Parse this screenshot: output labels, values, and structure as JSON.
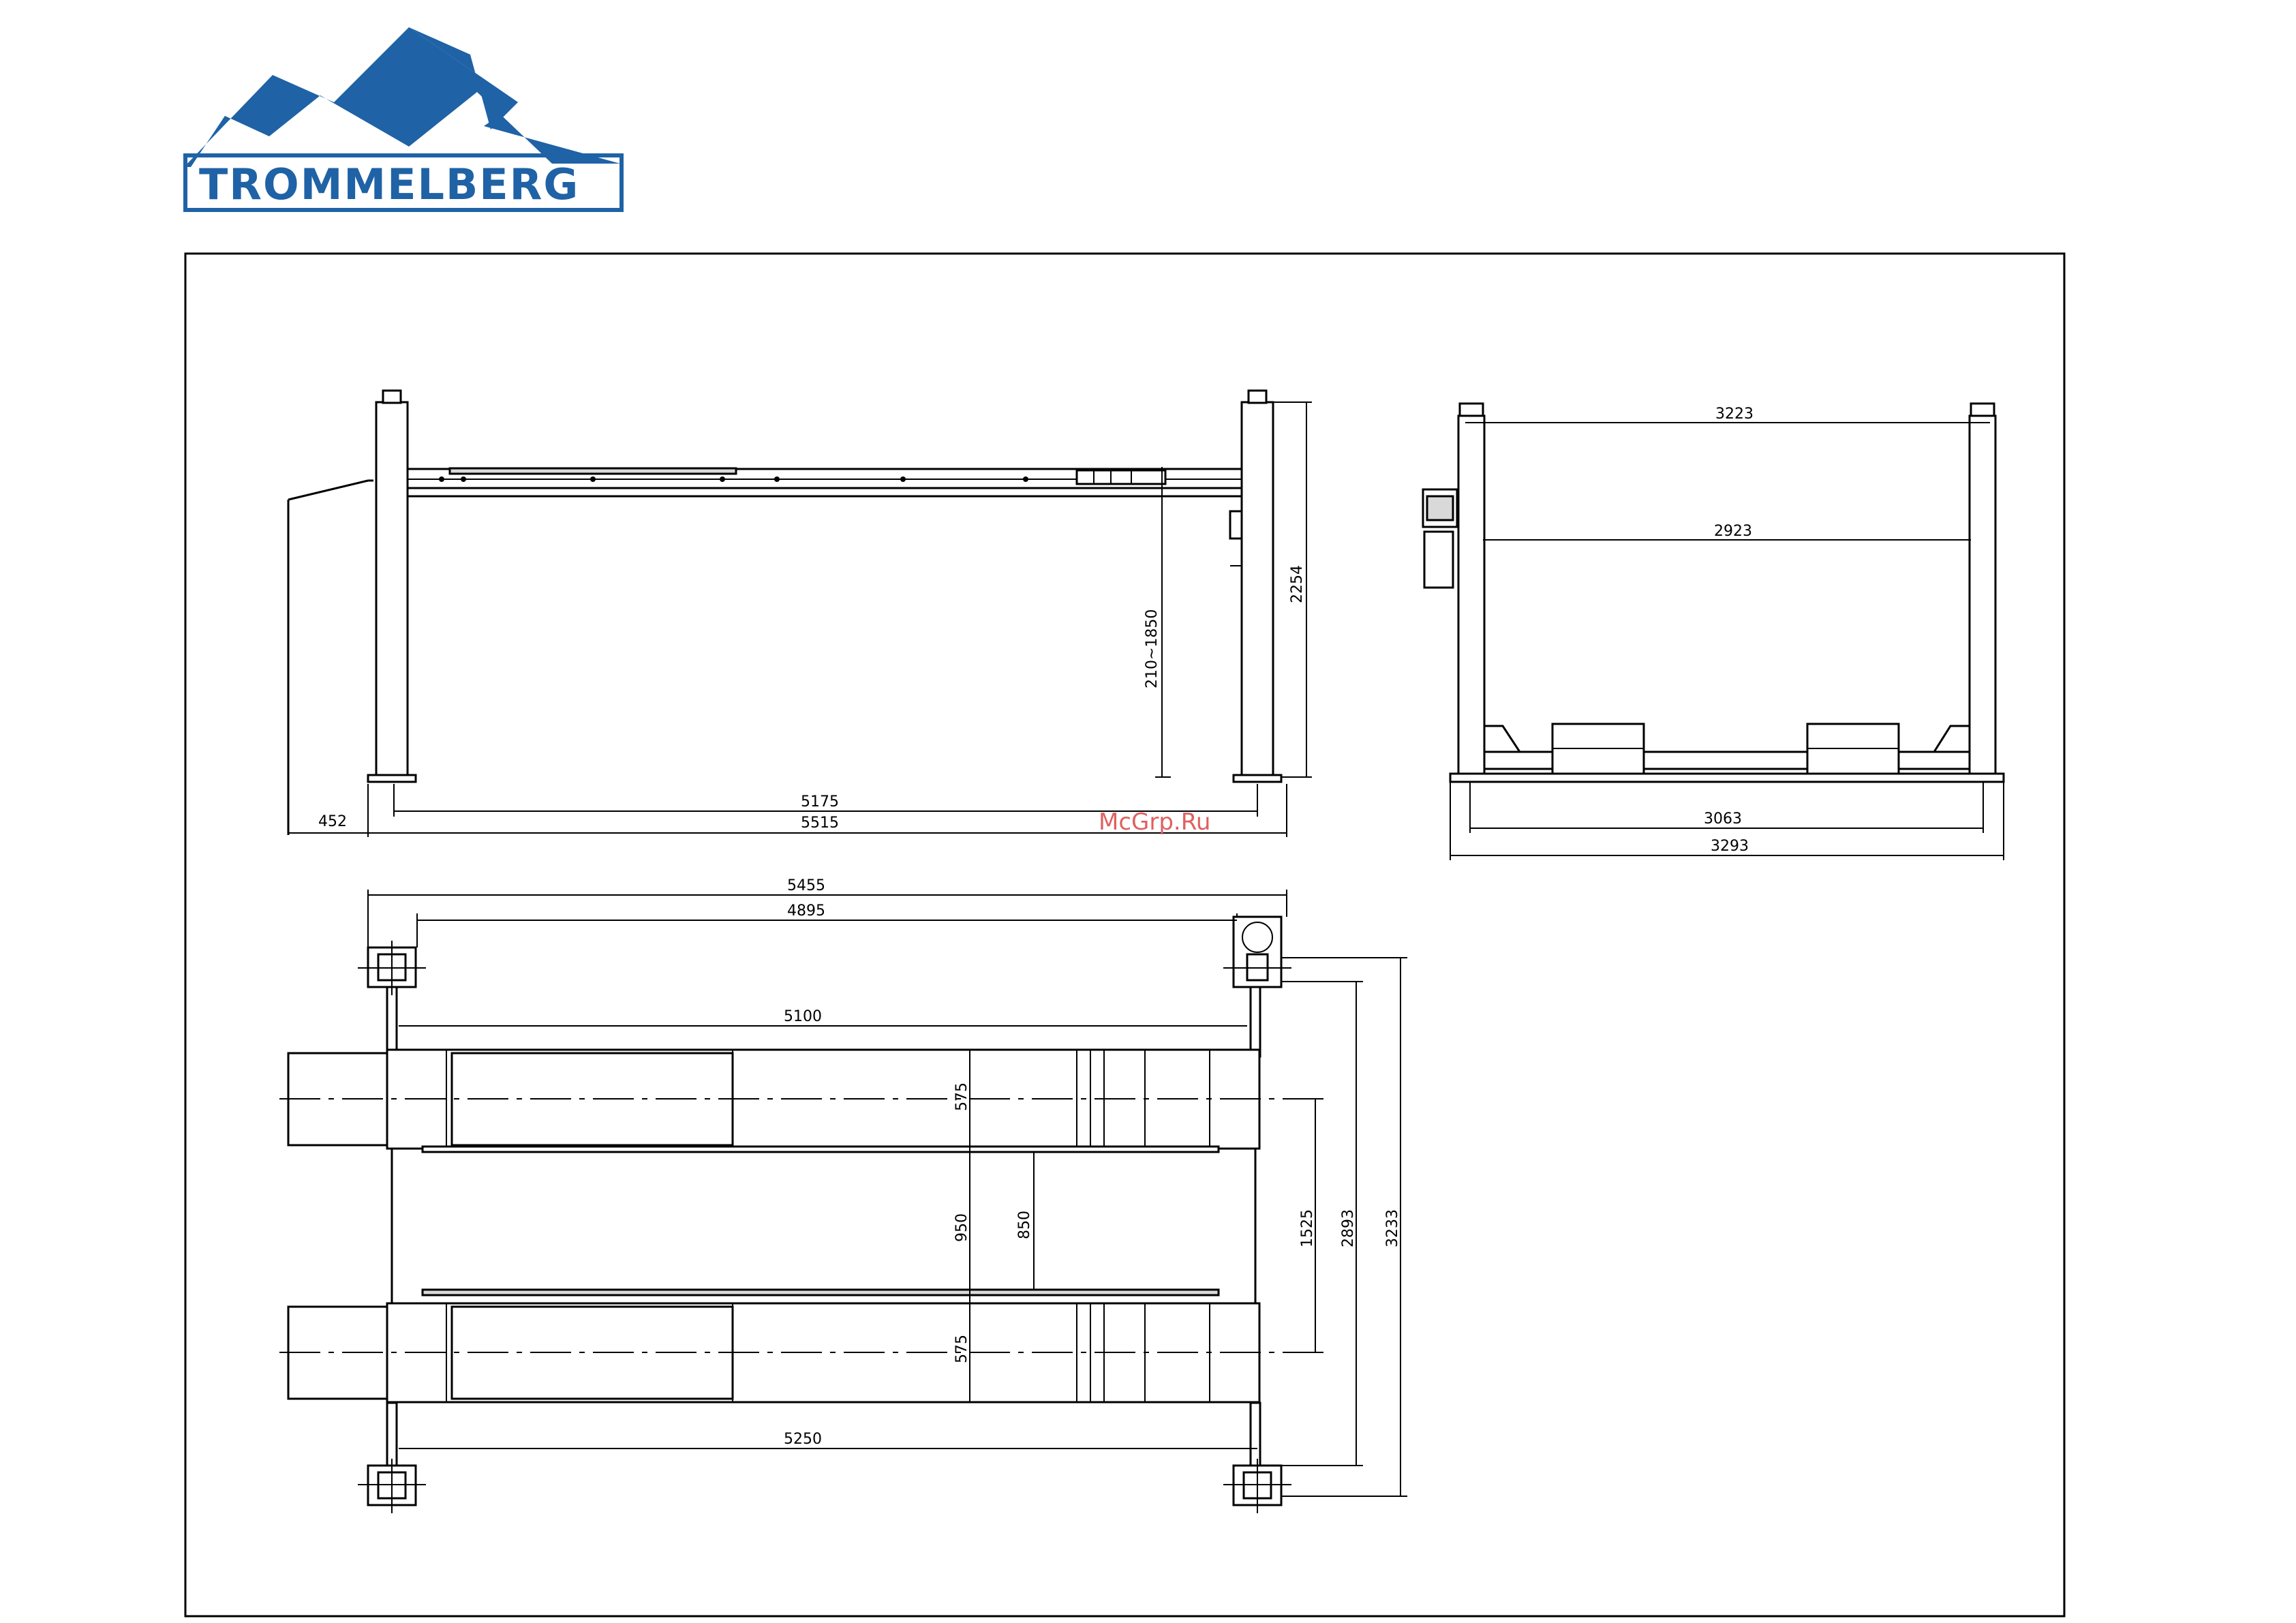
{
  "logo": {
    "brand": "TROMMELBERG",
    "color": "#1f62a6",
    "icon": "mountain-logo-icon"
  },
  "watermark": {
    "text": "McGrp.Ru",
    "color": "#e06060"
  },
  "side_view": {
    "dims": {
      "overhang": "452",
      "inner_length": "5175",
      "outer_length": "5515",
      "lift_height": "210~1850",
      "column_height": "2254"
    }
  },
  "front_view": {
    "dims": {
      "outer_top": "3223",
      "inner_top": "2923",
      "base_inner": "3063",
      "base_outer": "3293"
    }
  },
  "top_view": {
    "dims": {
      "total_length": "5455",
      "column_span": "4895",
      "platform_top": "5100",
      "platform_bottom": "5250",
      "runway_width_top": "575",
      "runway_width_bottom": "575",
      "gap_outer": "950",
      "gap_inner": "850",
      "track": "1525",
      "column_width": "2893",
      "overall_width": "3233"
    }
  }
}
